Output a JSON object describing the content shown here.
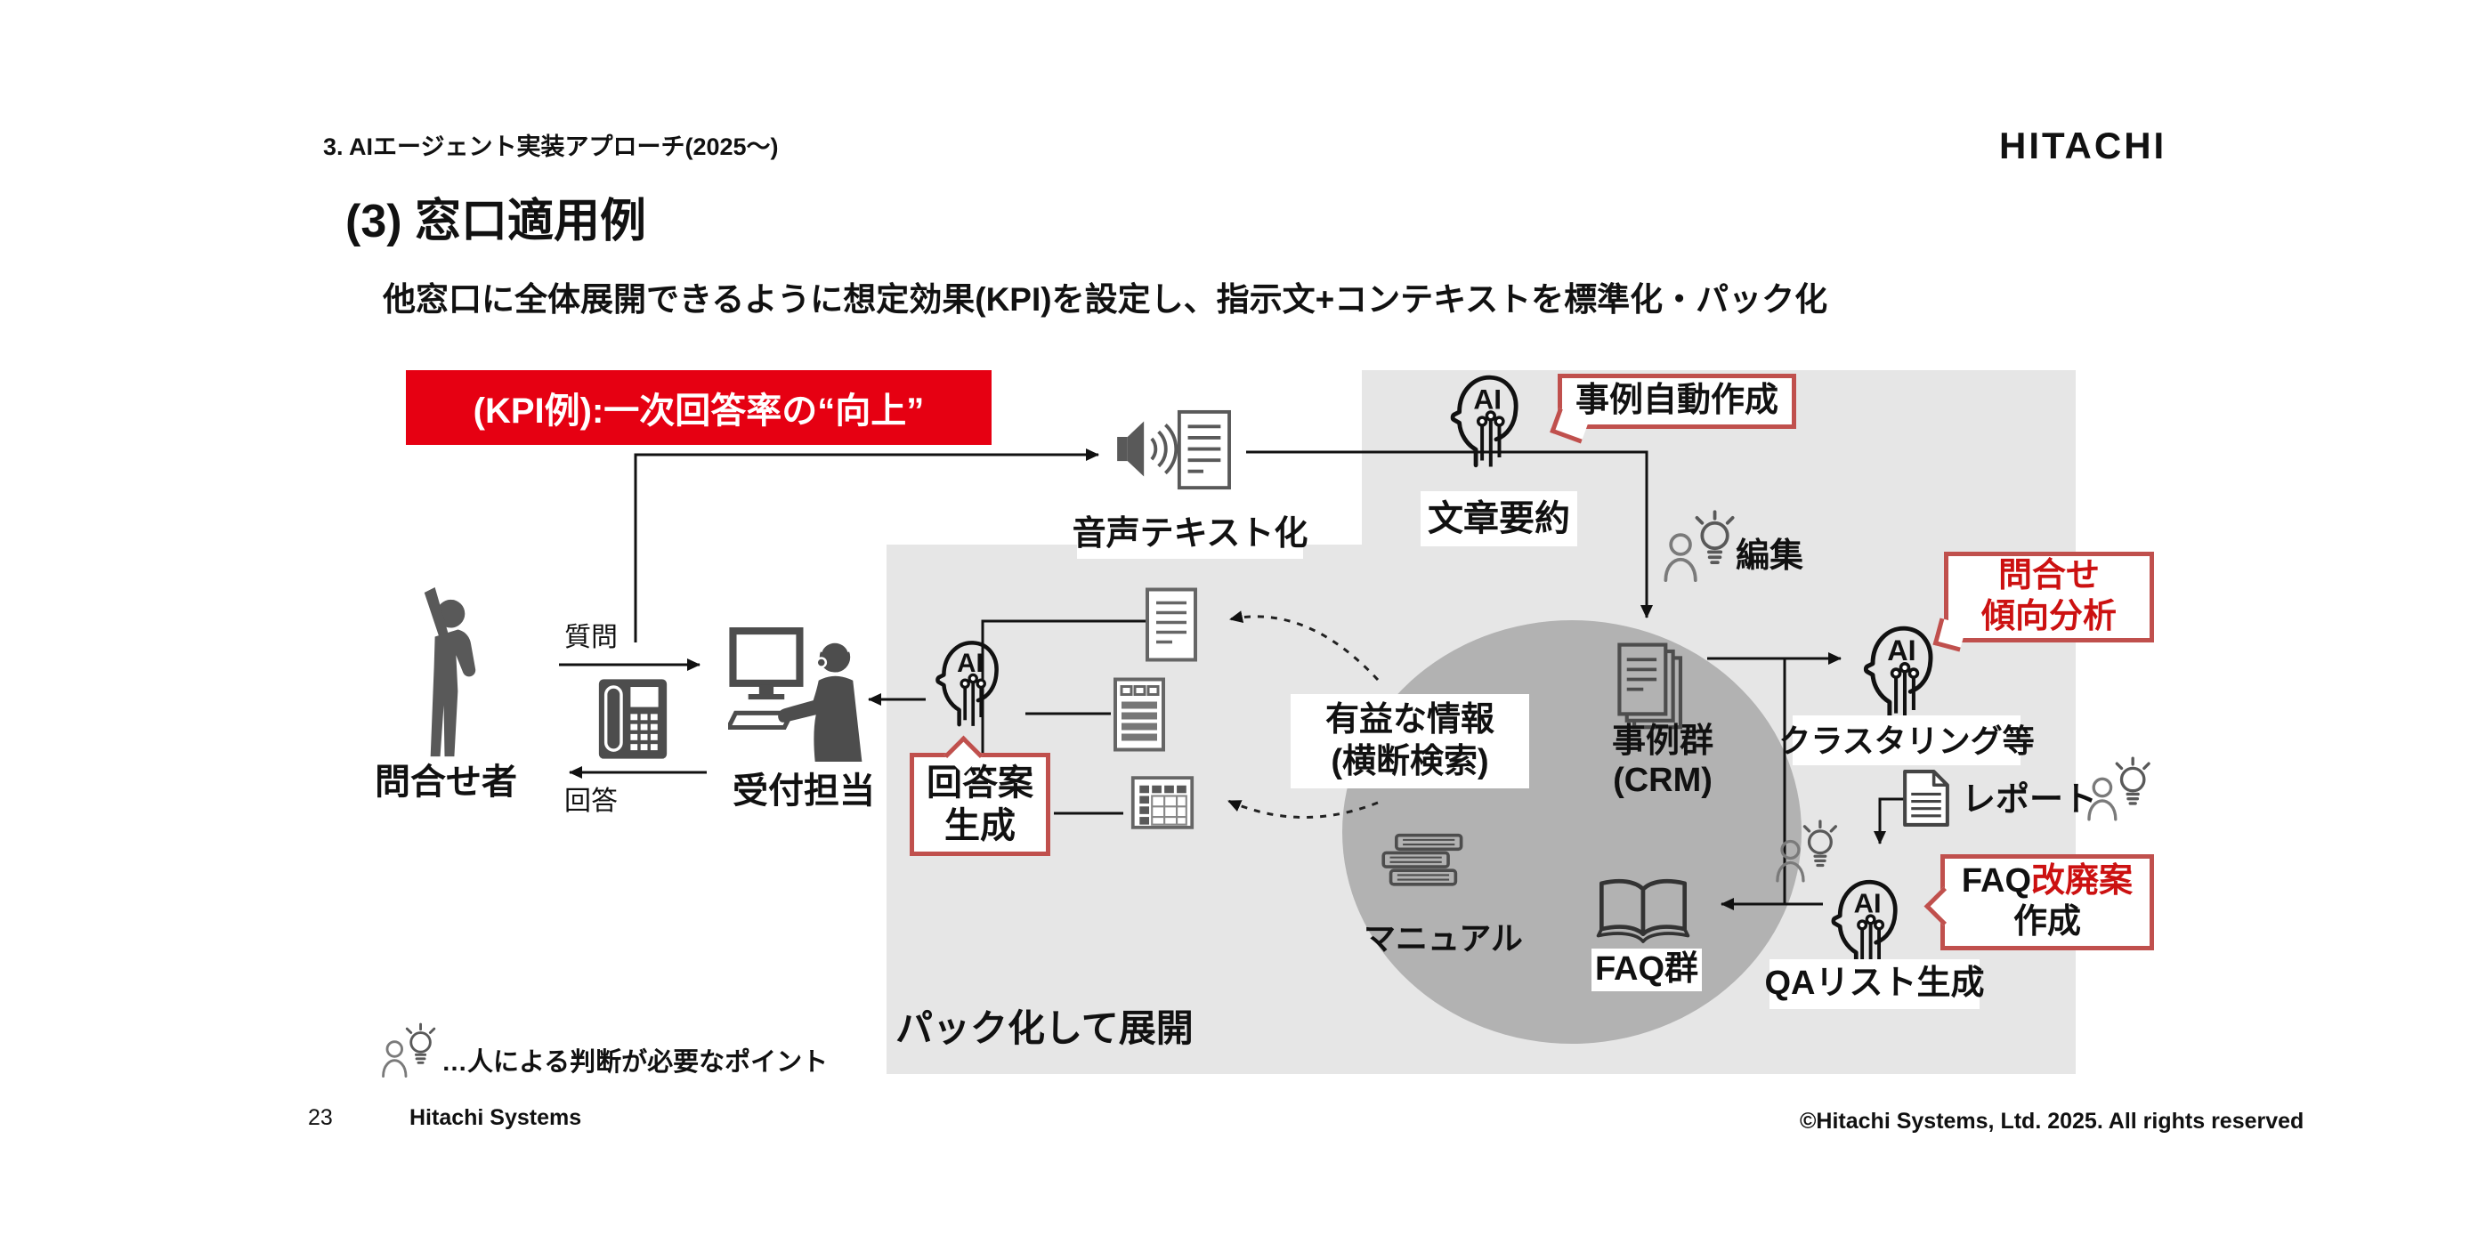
{
  "slide": {
    "section_title": "3. AIエージェント実装アプローチ(2025〜)",
    "logo": "HITACHI",
    "title": "(3) 窓口適用例",
    "subtitle": "他窓口に全体展開できるように想定効果(KPI)を設定し、指示文+コンテキストを標準化・パック化",
    "kpi_banner": "(KPI例):一次回答率の“向上”",
    "pack_label": "パック化して展開"
  },
  "flow": {
    "inquirer": "問合せ者",
    "question": "質問",
    "answer": "回答",
    "receptionist": "受付担当",
    "voice_to_text": "音声テキスト化",
    "summary": "文章要約",
    "edit": "編集",
    "useful_info_line1": "有益な情報",
    "useful_info_line2": "(横断検索)",
    "case_group_line1": "事例群",
    "case_group_line2": "(CRM)",
    "manual": "マニュアル",
    "faq_group": "FAQ群",
    "clustering": "クラスタリング等",
    "report": "レポート",
    "qa_list": "QAリスト生成"
  },
  "callouts": {
    "answer_draft_line1": "回答案",
    "answer_draft_line2": "生成",
    "auto_case": "事例自動作成",
    "inquiry_trend_line1": "問合せ",
    "inquiry_trend_line2": "傾向分析",
    "faq_rev_black": "FAQ",
    "faq_rev_red": "改廃案",
    "faq_rev_line2": "作成"
  },
  "icons": {
    "ai_label": "AI"
  },
  "legend": {
    "text": "…人による判断が必要なポイント"
  },
  "footer": {
    "page_number": "23",
    "company": "Hitachi Systems",
    "copyright": "©Hitachi Systems, Ltd. 2025. All rights reserved"
  },
  "colors": {
    "kpi_red": "#e60012",
    "callout_border_red": "#c0504d",
    "accent_text_red": "#cc1111",
    "panel_gray": "#e6e6e6",
    "circle_gray": "#b2b2b2",
    "icon_dark_gray": "#4d4d4d"
  }
}
